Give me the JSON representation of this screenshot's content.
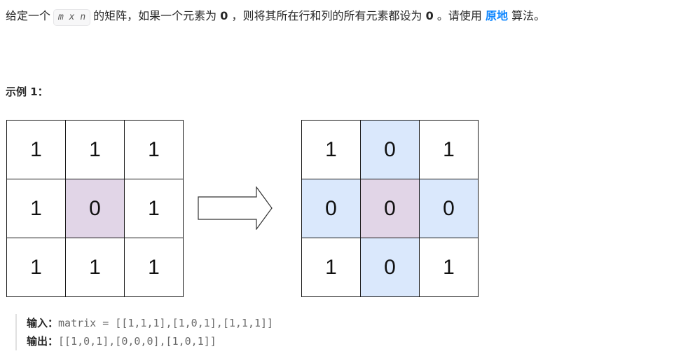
{
  "description": {
    "prefix": "给定一个",
    "inline_code": "m x n",
    "mid1": "的矩阵，如果一个元素为",
    "zero1": "0",
    "mid2": "，则将其所在行和列的所有元素都设为",
    "zero2": "0",
    "mid3": "。请使用",
    "link_text": "原地",
    "suffix": "算法。"
  },
  "example": {
    "title": "示例 1：",
    "input_label": "输入：",
    "input_value": "matrix = [[1,1,1],[1,0,1],[1,1,1]]",
    "output_label": "输出：",
    "output_value": "[[1,0,1],[0,0,0],[1,0,1]]"
  },
  "matrix_before": {
    "cells": [
      "1",
      "1",
      "1",
      "1",
      "0",
      "1",
      "1",
      "1",
      "1"
    ],
    "colors": [
      "#ffffff",
      "#ffffff",
      "#ffffff",
      "#ffffff",
      "#e1d5e7",
      "#ffffff",
      "#ffffff",
      "#ffffff",
      "#ffffff"
    ]
  },
  "matrix_after": {
    "cells": [
      "1",
      "0",
      "1",
      "0",
      "0",
      "0",
      "1",
      "0",
      "1"
    ],
    "colors": [
      "#ffffff",
      "#dae8fc",
      "#ffffff",
      "#dae8fc",
      "#e1d5e7",
      "#dae8fc",
      "#ffffff",
      "#dae8fc",
      "#ffffff"
    ]
  },
  "icons": {
    "arrow": "right-arrow-icon"
  }
}
